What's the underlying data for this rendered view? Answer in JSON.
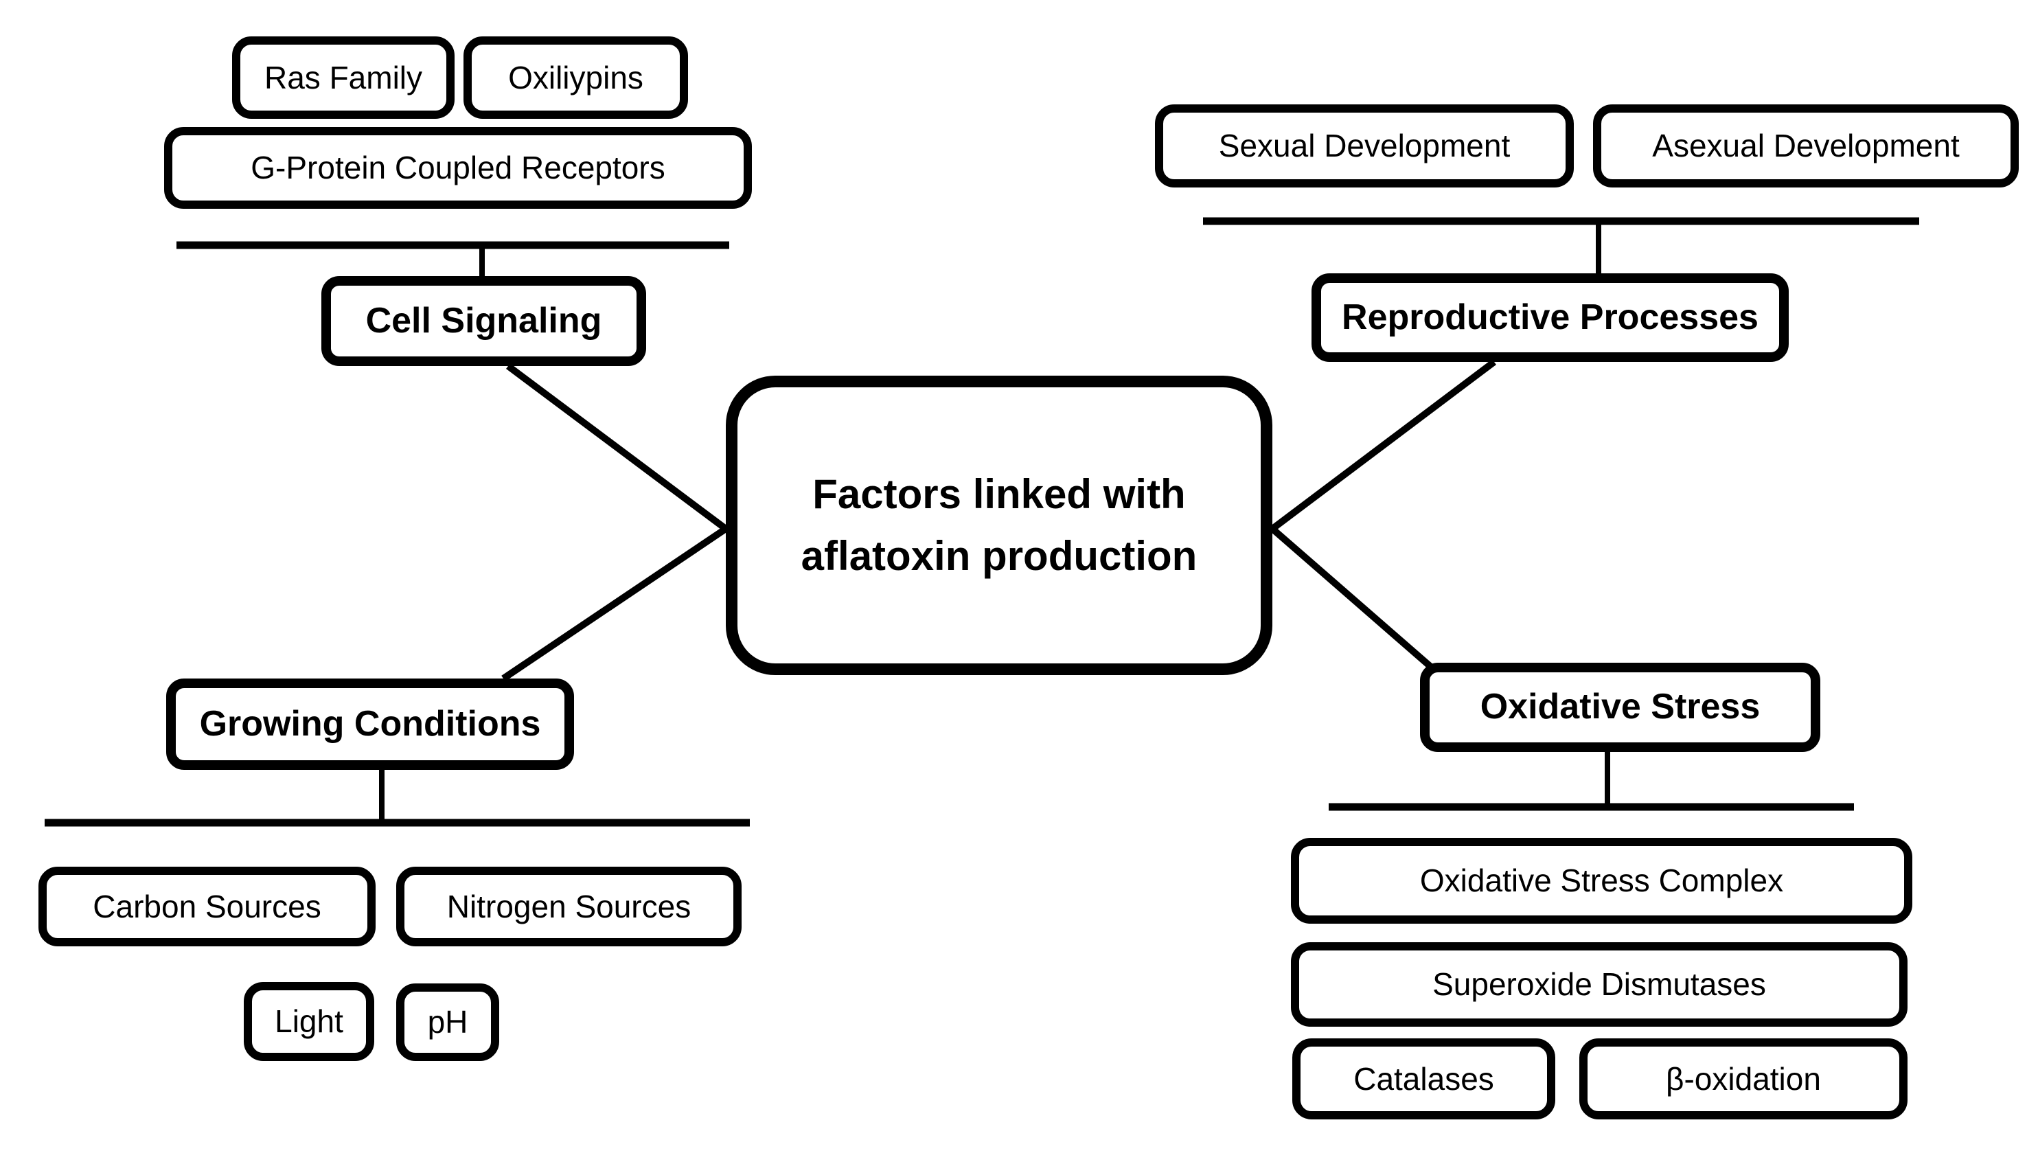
{
  "background_color": "#ffffff",
  "ink_color": "#000000",
  "center": {
    "line1": "Factors linked with",
    "line2": "aflatoxin production"
  },
  "branches": {
    "cell_signaling": {
      "label": "Cell Signaling",
      "children": {
        "ras_family": "Ras Family",
        "oxiliypins": "Oxiliypins",
        "gpcr": "G-Protein Coupled Receptors"
      }
    },
    "reproductive_processes": {
      "label": "Reproductive Processes",
      "children": {
        "sexual_development": "Sexual Development",
        "asexual_development": "Asexual Development"
      }
    },
    "growing_conditions": {
      "label": "Growing Conditions",
      "children": {
        "carbon_sources": "Carbon Sources",
        "nitrogen_sources": "Nitrogen Sources",
        "light": "Light",
        "ph": "pH"
      }
    },
    "oxidative_stress": {
      "label": "Oxidative Stress",
      "children": {
        "oxidative_stress_complex": "Oxidative Stress Complex",
        "superoxide_dismutases": "Superoxide Dismutases",
        "catalases": "Catalases",
        "beta_oxidation": "β-oxidation"
      }
    }
  }
}
